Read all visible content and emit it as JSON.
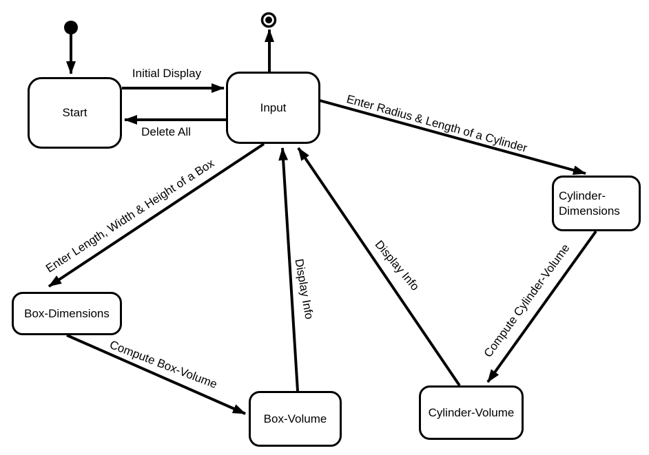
{
  "diagram": {
    "type": "uml-state-diagram",
    "background_color": "#ffffff",
    "line_color": "#000000",
    "state_fill_color": "#ffffff",
    "text_color": "#000000",
    "nodes": {
      "initial": {
        "kind": "initial-state"
      },
      "final": {
        "kind": "final-state"
      },
      "start": {
        "label": "Start"
      },
      "input": {
        "label": "Input"
      },
      "cylinder_dimensions": {
        "label": "Cylinder-\nDimensions"
      },
      "box_dimensions": {
        "label": "Box-Dimensions"
      },
      "box_volume": {
        "label": "Box-Volume"
      },
      "cylinder_volume": {
        "label": "Cylinder-Volume"
      }
    },
    "transitions": {
      "start_to_input": {
        "label": "Initial Display",
        "from": "Start",
        "to": "Input"
      },
      "input_to_start": {
        "label": "Delete All",
        "from": "Input",
        "to": "Start"
      },
      "input_to_cylinder_dimensions": {
        "label": "Enter  Radius & Length of a Cylinder",
        "from": "Input",
        "to": "Cylinder-Dimensions"
      },
      "input_to_box_dimensions": {
        "label": "Enter  Length, Width & Height of a Box",
        "from": "Input",
        "to": "Box-Dimensions"
      },
      "box_dimensions_to_box_volume": {
        "label": "Compute Box-Volume",
        "from": "Box-Dimensions",
        "to": "Box-Volume"
      },
      "box_volume_to_input": {
        "label": "Display Info",
        "from": "Box-Volume",
        "to": "Input"
      },
      "cylinder_volume_to_input": {
        "label": "Display Info",
        "from": "Cylinder-Volume",
        "to": "Input"
      },
      "cylinder_dimensions_to_cylinder_volume": {
        "label": "Compute Cylinder-Volume",
        "from": "Cylinder-Dimensions",
        "to": "Cylinder-Volume"
      },
      "initial_to_start": {
        "label": "",
        "from": "initial",
        "to": "Start"
      },
      "input_to_final": {
        "label": "",
        "from": "Input",
        "to": "final"
      }
    }
  }
}
